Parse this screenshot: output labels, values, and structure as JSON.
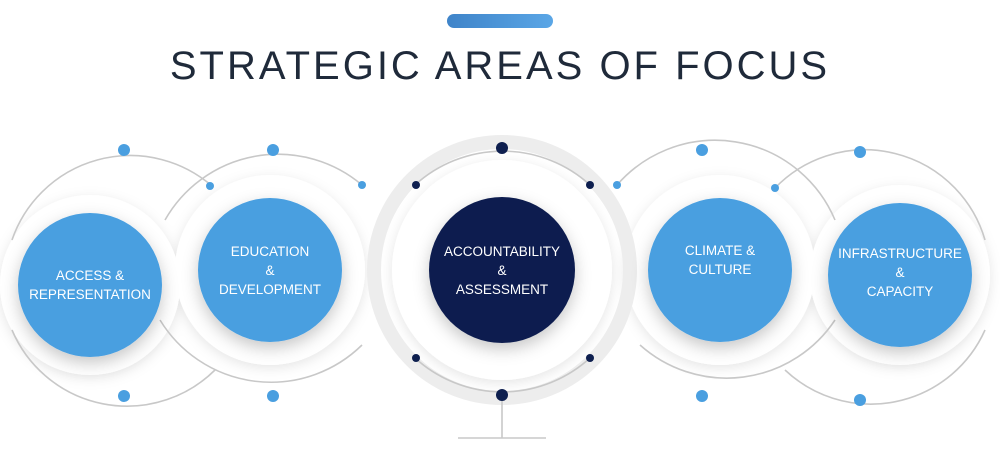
{
  "title": "STRATEGIC AREAS OF FOCUS",
  "colors": {
    "light_blue": "#4a9fe0",
    "dark_navy": "#0e1f4f",
    "ring_gray": "#c9c9c9",
    "title": "#1f2a3a",
    "accent_bar": "#4b93d6"
  },
  "areas": [
    {
      "line1": "ACCESS &",
      "line2": "REPRESENTATION",
      "line3": ""
    },
    {
      "line1": "EDUCATION",
      "line2": "&",
      "line3": "DEVELOPMENT"
    },
    {
      "line1": "ACCOUNTABILITY",
      "line2": "&",
      "line3": "ASSESSMENT"
    },
    {
      "line1": "CLIMATE &",
      "line2": "CULTURE",
      "line3": ""
    },
    {
      "line1": "INFRASTRUCTURE",
      "line2": "&",
      "line3": "CAPACITY"
    }
  ]
}
